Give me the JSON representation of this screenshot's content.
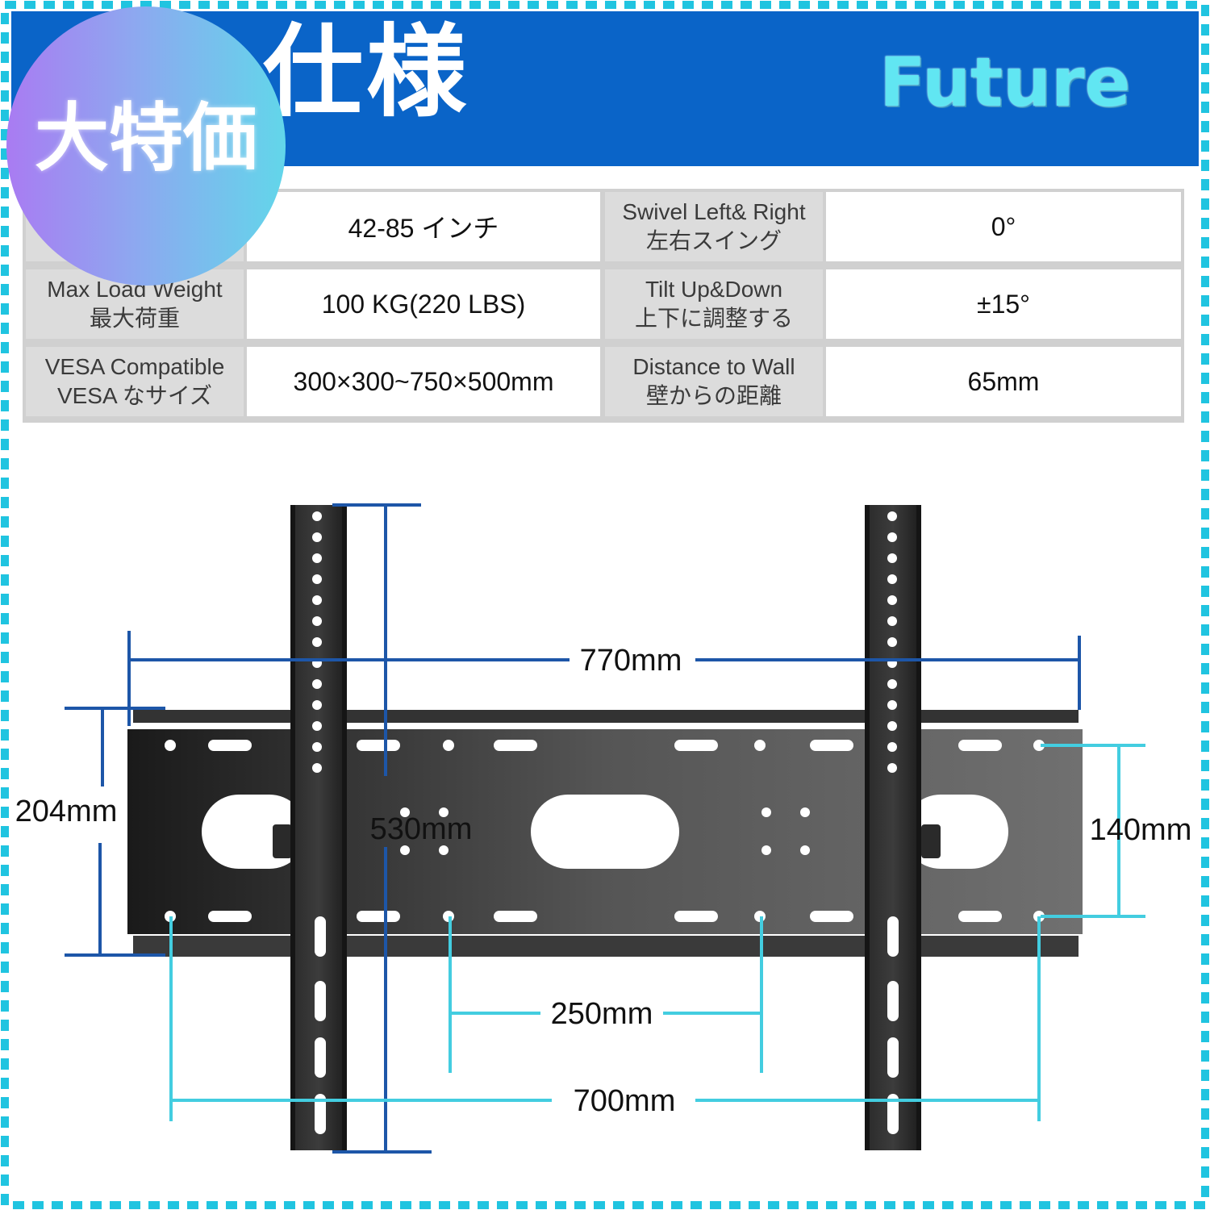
{
  "header": {
    "title": "仕様",
    "brand": "Future",
    "badge": "大特価"
  },
  "specs": {
    "rows": [
      {
        "left_label_en": "",
        "left_label_ja": "",
        "left_value": "42-85 インチ",
        "right_label_en": "Swivel Left& Right",
        "right_label_ja": "左右スイング",
        "right_value": "0°"
      },
      {
        "left_label_en": "Max Load Weight",
        "left_label_ja": "最大荷重",
        "left_value": "100 KG(220 LBS)",
        "right_label_en": "Tilt Up&Down",
        "right_label_ja": "上下に調整する",
        "right_value": "±15°"
      },
      {
        "left_label_en": "VESA Compatible",
        "left_label_ja": "VESA なサイズ",
        "left_value": "300×300~750×500mm",
        "right_label_en": "Distance to Wall",
        "right_label_ja": "壁からの距離",
        "right_value": "65mm"
      }
    ]
  },
  "dimensions": {
    "width_overall": "770mm",
    "height_plate": "204mm",
    "arm_length": "530mm",
    "hole_vertical": "140mm",
    "hole_small": "250mm",
    "hole_wide": "700mm"
  },
  "colors": {
    "header_blue": "#0a64c8",
    "dim_blue": "#1d56a8",
    "dim_cyan": "#43cde0",
    "border_cyan": "#20c4e0"
  }
}
